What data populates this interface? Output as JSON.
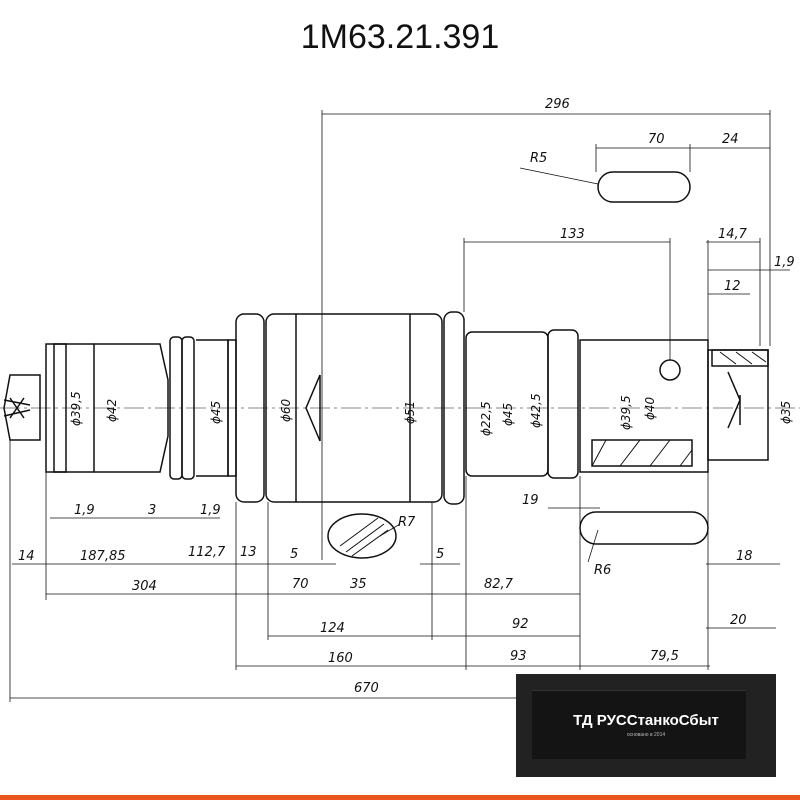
{
  "title": "1М63.21.391",
  "watermark": {
    "company": "ТД РУССтанкоСбыт",
    "tagline": "основано в 2014"
  },
  "accent_color": "#e8551e",
  "dimensions": {
    "d296": "296",
    "d70_top": "70",
    "d24": "24",
    "r5": "R5",
    "d133": "133",
    "d14_7": "14,7",
    "d1_9_right": "1,9",
    "d12": "12",
    "d1_9_a": "1,9",
    "d3": "3",
    "d1_9_b": "1,9",
    "d19": "19",
    "d14_left": "14",
    "d187_85": "187,85",
    "d112_7": "112,7",
    "d13": "13",
    "d5_a": "5",
    "d5_b": "5",
    "r7": "R7",
    "d18": "18",
    "d304": "304",
    "d70_mid": "70",
    "d35": "35",
    "d82_7": "82,7",
    "r6": "R6",
    "d124": "124",
    "d92": "92",
    "d20": "20",
    "d160": "160",
    "d93": "93",
    "d79_5": "79,5",
    "d670": "670"
  },
  "diameters": {
    "dia39_5_a": "ϕ39,5",
    "dia42": "ϕ42",
    "dia45_a": "ϕ45",
    "dia60": "ϕ60",
    "dia51": "ϕ51",
    "dia22_5": "ϕ22,5",
    "dia45_b": "ϕ45",
    "dia42_5": "ϕ42,5",
    "dia39_5_b": "ϕ39,5",
    "dia40": "ϕ40",
    "dia35": "ϕ35"
  }
}
